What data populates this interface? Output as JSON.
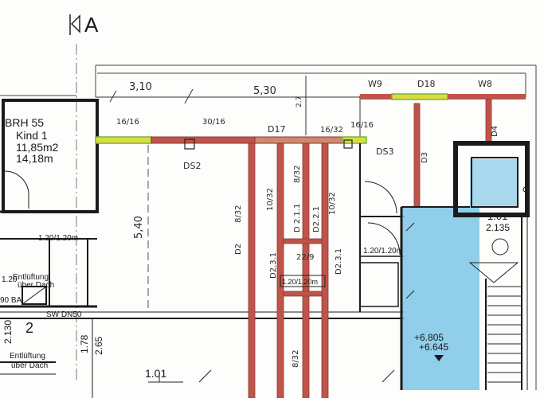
{
  "section_marker": "A",
  "dimensions": {
    "top_left": "3,10",
    "top_mid": "5,30",
    "top_small": "2.7",
    "left_height": "5,40",
    "bottom_178": "1.78",
    "bottom_265": "2.65",
    "bottom_213": "2.130"
  },
  "room": {
    "brh": "BRH 55",
    "name": "Kind  1",
    "area1": "11,85m2",
    "area2": "14,18m"
  },
  "beam_labels": {
    "b1616_left": "16/16",
    "b3016": "30/16",
    "d17": "D17",
    "b1632": "16/32",
    "b1616_right": "16/16",
    "w9": "W9",
    "d18": "D18",
    "w8": "W8",
    "ds2": "DS2",
    "ds3": "DS3",
    "d3": "D3",
    "d4": "D4",
    "d2": "D2",
    "b832_a": "8/32",
    "b1032_a": "10/32",
    "d211": "D 2.1.1",
    "b832_b": "8/32",
    "d221": "D2.2.1",
    "b1032_b": "10/32",
    "d231": "D2.3.1",
    "b229": "22/9",
    "d231b": "D2.3.1",
    "b832_c": "8/32"
  },
  "window_labels": {
    "w120_left": "1.20/1.20m",
    "w120_mid": "1.20/1.20m",
    "w120_right": "1.20/1.20m"
  },
  "shaft": {
    "val1": "1.01",
    "val2": "2.135"
  },
  "levels": {
    "l1": "+6.805",
    "l2": "+6.645"
  },
  "left_notes": {
    "entl1a": "Entlüftung",
    "entl1b": "über Dach",
    "n120": "1.20",
    "n90": "90 BA",
    "sw": "SW DN50",
    "entl2a": "Entlüftung",
    "entl2b": "über Dach",
    "n2": "2",
    "bottom_101": "1.01"
  },
  "colors": {
    "beam_red": "#c0544a",
    "beam_yellow": "#d9dd3c",
    "beam_green": "#7bb04a",
    "stair_blue": "#7cc6e6",
    "wall": "#1a1a1a"
  }
}
